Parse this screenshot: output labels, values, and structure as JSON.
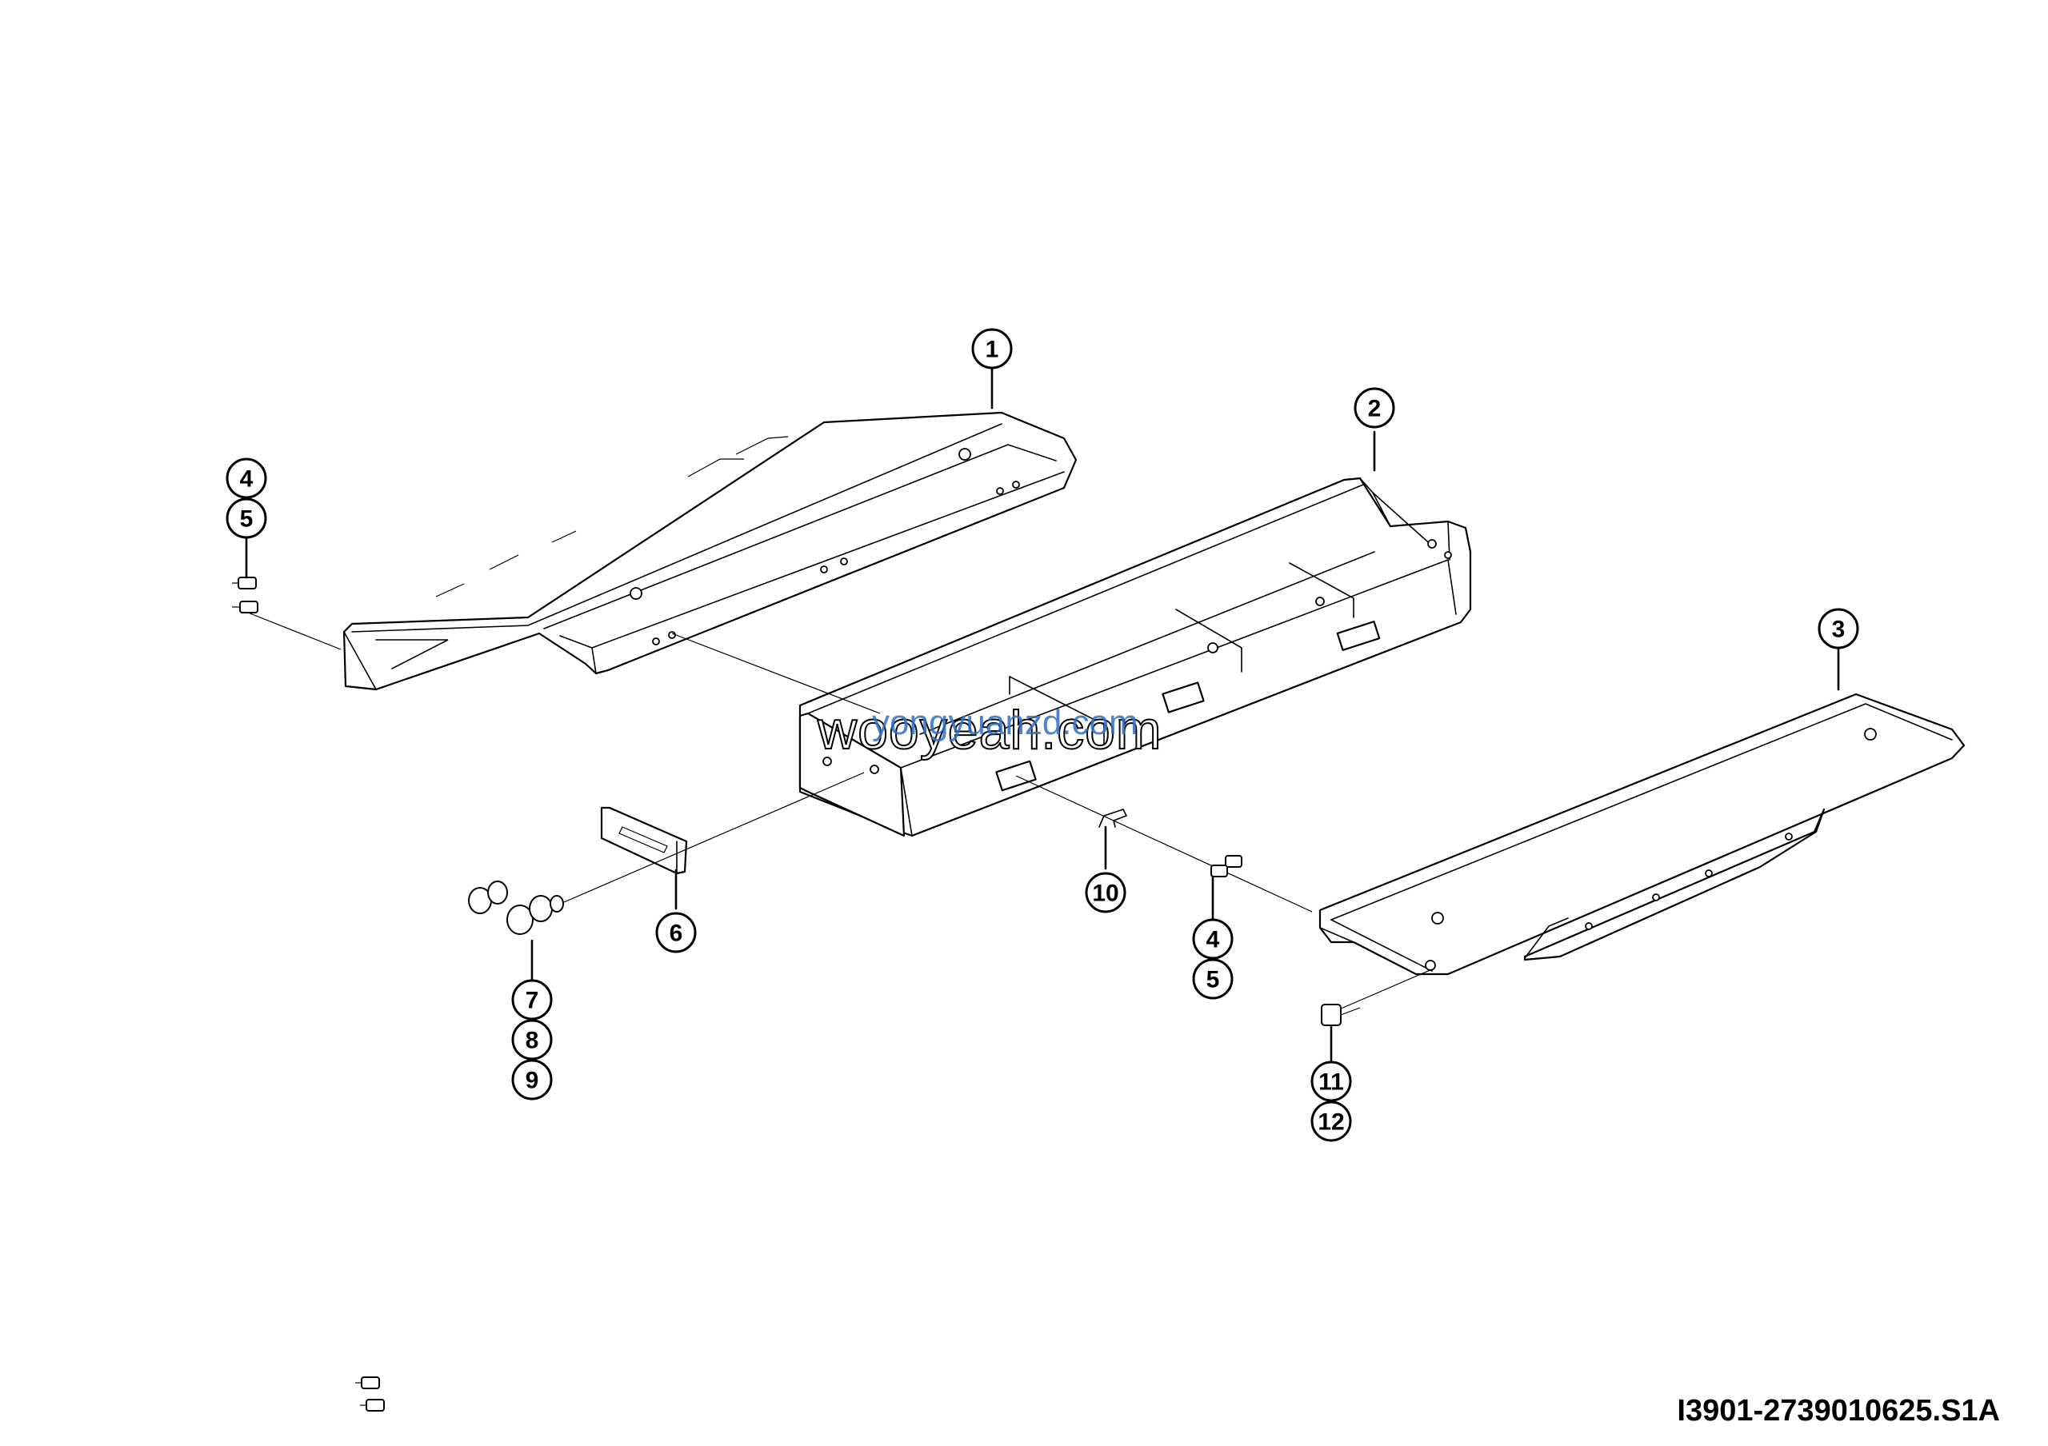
{
  "callouts": [
    {
      "id": "c1",
      "label": "1"
    },
    {
      "id": "c2",
      "label": "2"
    },
    {
      "id": "c3",
      "label": "3"
    },
    {
      "id": "c4a",
      "label": "4"
    },
    {
      "id": "c5a",
      "label": "5"
    },
    {
      "id": "c4b",
      "label": "4"
    },
    {
      "id": "c5b",
      "label": "5"
    },
    {
      "id": "c6",
      "label": "6"
    },
    {
      "id": "c7",
      "label": "7"
    },
    {
      "id": "c8",
      "label": "8"
    },
    {
      "id": "c9",
      "label": "9"
    },
    {
      "id": "c10",
      "label": "10"
    },
    {
      "id": "c11",
      "label": "11"
    },
    {
      "id": "c12",
      "label": "12"
    }
  ],
  "watermark": {
    "main": "wooyeah.com",
    "overlay": "yongyuanzd.com"
  },
  "drawing_id": "I3901-2739010625.S1A",
  "colors": {
    "line": "#000000",
    "background": "#ffffff",
    "watermark_overlay": "#2f6fc8"
  }
}
